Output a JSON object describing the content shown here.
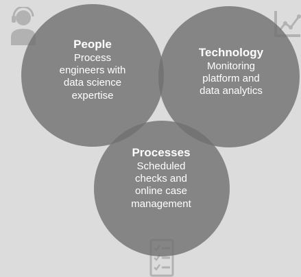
{
  "circles": [
    {
      "id": "people",
      "title": "People",
      "body": "Process\nengineers with\ndata science\nexpertise",
      "icon": "person-headset-icon"
    },
    {
      "id": "technology",
      "title": "Technology",
      "body": "Monitoring\nplatform and\ndata analytics",
      "icon": "line-chart-icon"
    },
    {
      "id": "processes",
      "title": "Processes",
      "body": "Scheduled\nchecks and\nonline case\nmanagement",
      "icon": "checklist-icon"
    }
  ],
  "colors": {
    "background": "#dcdcdc",
    "circle_fill": "#6f6f6f",
    "icon_color": "#b2b2b2",
    "text": "#ffffff"
  }
}
